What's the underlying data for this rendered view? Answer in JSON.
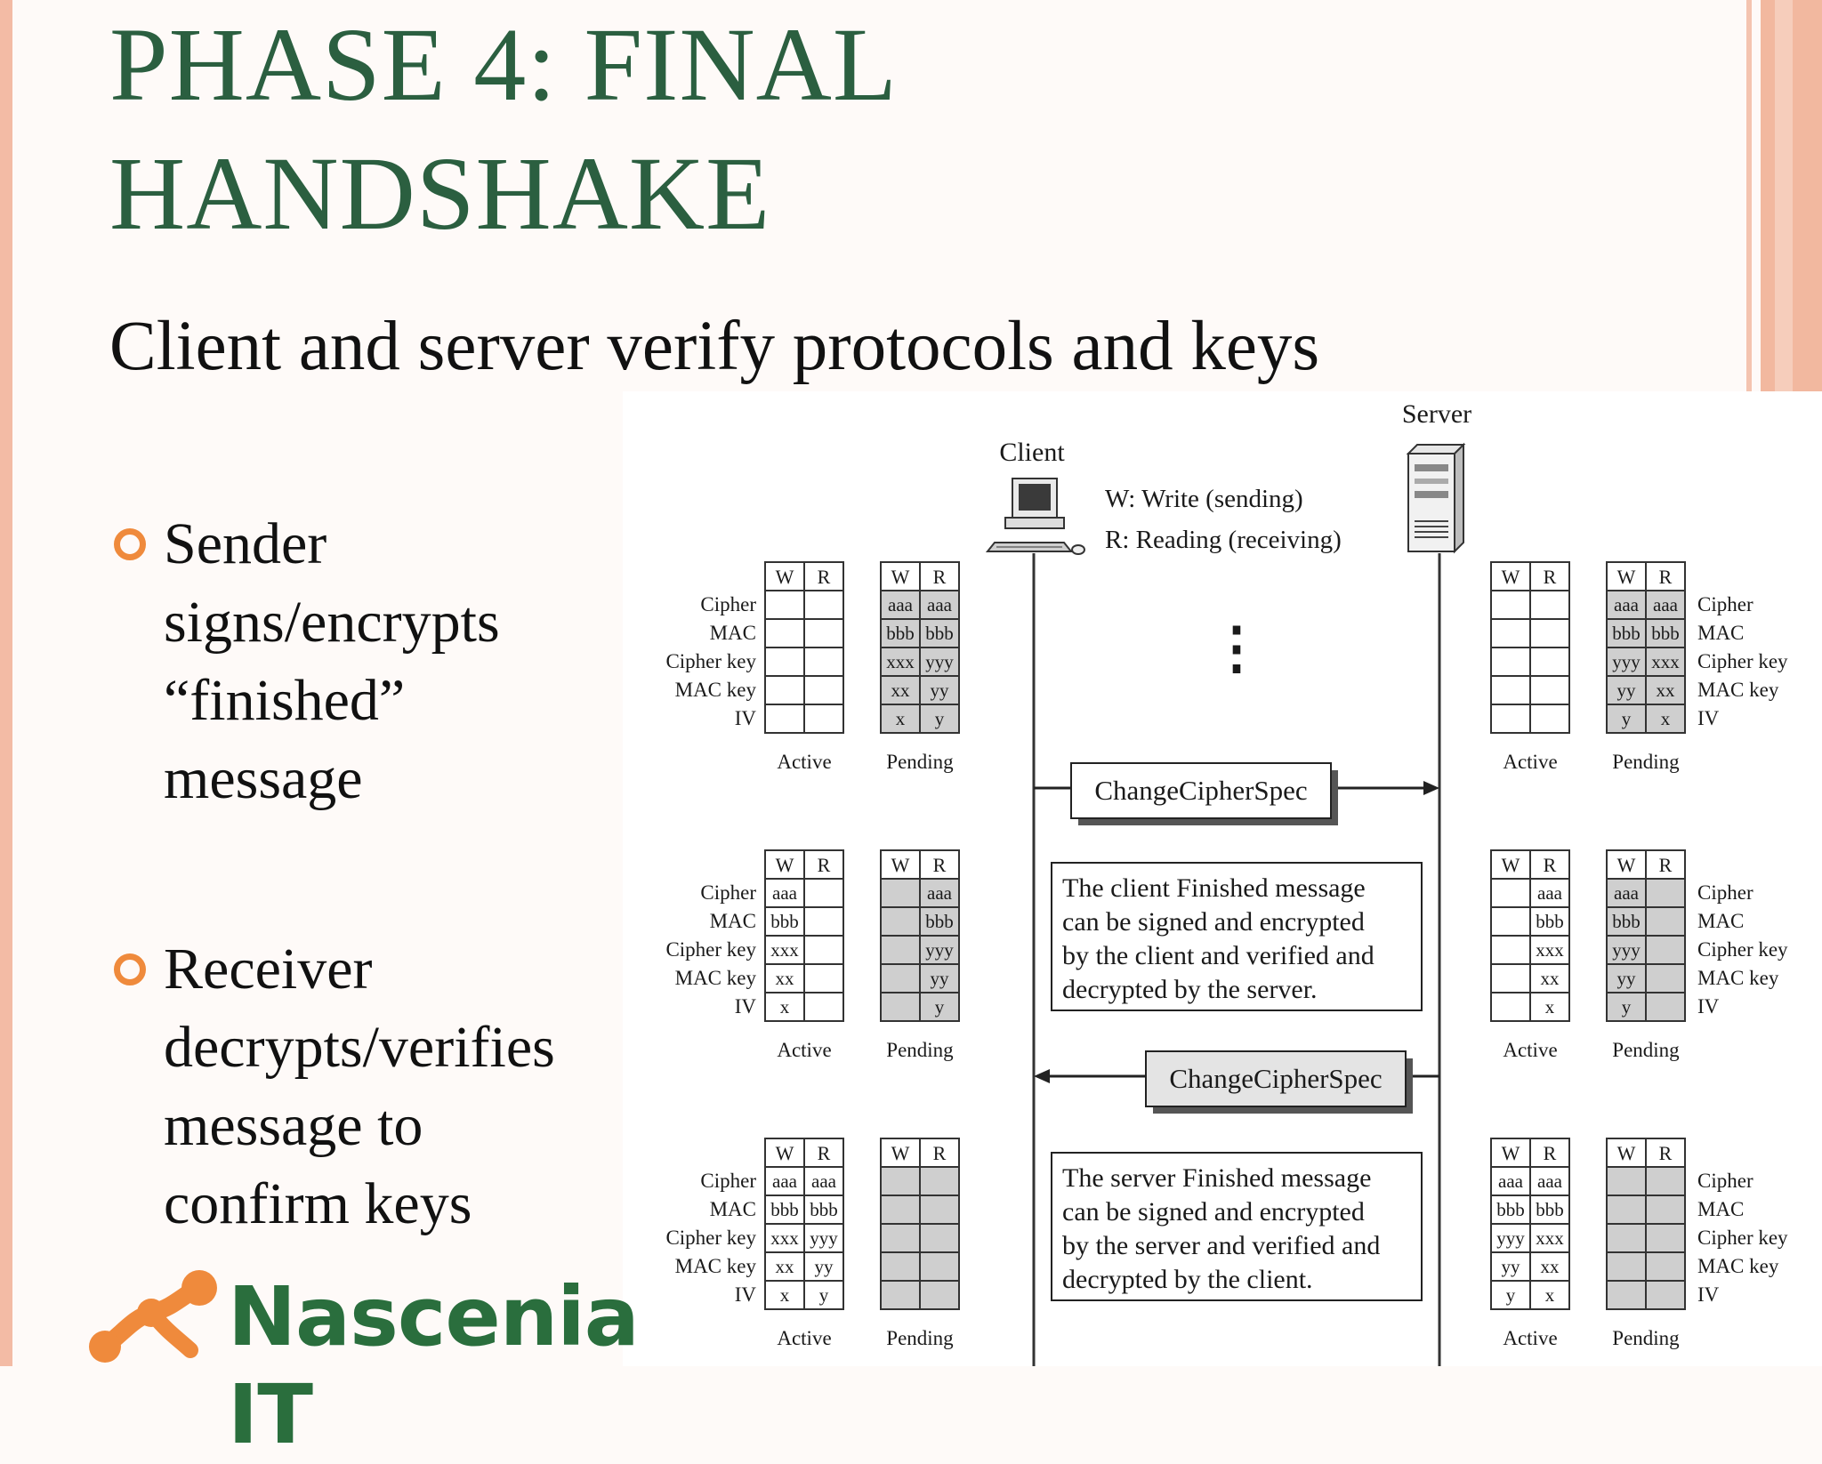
{
  "slide": {
    "title_line1": "PHASE 4: FINAL",
    "title_line2": "HANDSHAKE",
    "subtitle": "Client and server verify protocols and keys",
    "bullets": [
      {
        "lines": [
          "Sender",
          "signs/encrypts",
          "“finished”",
          "message"
        ]
      },
      {
        "lines": [
          "Receiver",
          "decrypts/verifies",
          "message to",
          "confirm keys"
        ]
      }
    ]
  },
  "figure": {
    "server_label": "Server",
    "client_label": "Client",
    "legend_w": "W: Write (sending)",
    "legend_r": "R: Reading (receiving)",
    "ellipsis": "⋮",
    "col_w": "W",
    "col_r": "R",
    "active_label": "Active",
    "pending_label": "Pending",
    "row_labels": [
      "Cipher",
      "MAC",
      "Cipher key",
      "MAC key",
      "IV"
    ],
    "messages": {
      "change_cipher_spec_1": "ChangeCipherSpec",
      "change_cipher_spec_2": "ChangeCipherSpec",
      "client_finished": [
        "The client Finished message",
        "can be signed and encrypted",
        "by the client and verified and",
        "decrypted by the server."
      ],
      "server_finished": [
        "The server Finished message",
        "can be signed and encrypted",
        "by the server and verified and",
        "decrypted by the client."
      ]
    },
    "tables": [
      {
        "side": "client",
        "stage": 1,
        "active": {
          "W": [
            "",
            "",
            "",
            "",
            ""
          ],
          "R": [
            "",
            "",
            "",
            "",
            ""
          ],
          "grayW": false,
          "grayR": false
        },
        "pending": {
          "W": [
            "aaa",
            "bbb",
            "xxx",
            "xx",
            "x"
          ],
          "R": [
            "aaa",
            "bbb",
            "yyy",
            "yy",
            "y"
          ],
          "grayW": true,
          "grayR": true
        }
      },
      {
        "side": "server",
        "stage": 1,
        "active": {
          "W": [
            "",
            "",
            "",
            "",
            ""
          ],
          "R": [
            "",
            "",
            "",
            "",
            ""
          ],
          "grayW": false,
          "grayR": false
        },
        "pending": {
          "W": [
            "aaa",
            "bbb",
            "yyy",
            "yy",
            "y"
          ],
          "R": [
            "aaa",
            "bbb",
            "xxx",
            "xx",
            "x"
          ],
          "grayW": true,
          "grayR": true
        }
      },
      {
        "side": "client",
        "stage": 2,
        "active": {
          "W": [
            "aaa",
            "bbb",
            "xxx",
            "xx",
            "x"
          ],
          "R": [
            "",
            "",
            "",
            "",
            ""
          ],
          "grayW": false,
          "grayR": false
        },
        "pending": {
          "W": [
            "",
            "",
            "",
            "",
            ""
          ],
          "R": [
            "aaa",
            "bbb",
            "yyy",
            "yy",
            "y"
          ],
          "grayW": true,
          "grayR": true
        }
      },
      {
        "side": "server",
        "stage": 2,
        "active": {
          "W": [
            "",
            "",
            "",
            "",
            ""
          ],
          "R": [
            "aaa",
            "bbb",
            "xxx",
            "xx",
            "x"
          ],
          "grayW": false,
          "grayR": false
        },
        "pending": {
          "W": [
            "aaa",
            "bbb",
            "yyy",
            "yy",
            "y"
          ],
          "R": [
            "",
            "",
            "",
            "",
            ""
          ],
          "grayW": true,
          "grayR": true
        }
      },
      {
        "side": "client",
        "stage": 3,
        "active": {
          "W": [
            "aaa",
            "bbb",
            "xxx",
            "xx",
            "x"
          ],
          "R": [
            "aaa",
            "bbb",
            "yyy",
            "yy",
            "y"
          ],
          "grayW": false,
          "grayR": false
        },
        "pending": {
          "W": [
            "",
            "",
            "",
            "",
            ""
          ],
          "R": [
            "",
            "",
            "",
            "",
            ""
          ],
          "grayW": true,
          "grayR": true
        }
      },
      {
        "side": "server",
        "stage": 3,
        "active": {
          "W": [
            "aaa",
            "bbb",
            "yyy",
            "yy",
            "y"
          ],
          "R": [
            "aaa",
            "bbb",
            "xxx",
            "xx",
            "x"
          ],
          "grayW": false,
          "grayR": false
        },
        "pending": {
          "W": [
            "",
            "",
            "",
            "",
            ""
          ],
          "R": [
            "",
            "",
            "",
            "",
            ""
          ],
          "grayW": true,
          "grayR": true
        }
      }
    ]
  },
  "logo": {
    "text": "Nascenia IT",
    "color": "#2a6e3d",
    "mark_color": "#ef8a3c"
  },
  "colors": {
    "title": "#2b5f40",
    "bullet_marker": "#ef8a3c",
    "pending_fill": "#cfcfcf"
  }
}
